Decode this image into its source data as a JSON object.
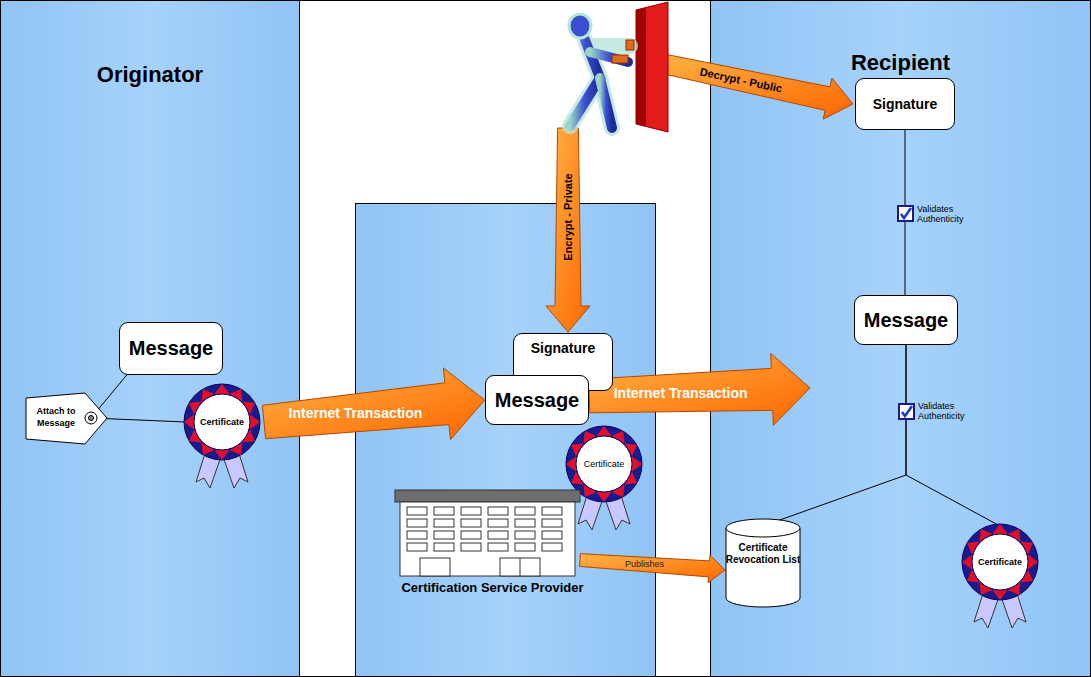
{
  "diagram": {
    "nodes": [
      {
        "text": [
          "Originator"
        ]
      },
      {
        "text": [
          "Message"
        ],
        "in": 0
      },
      {
        "text": [
          "Attach to Message"
        ],
        "in": 0
      },
      {
        "text": [
          "Certificate"
        ],
        "in": 0
      },
      {
        "text": [
          "Signature"
        ]
      },
      {
        "text": [
          "Message"
        ]
      },
      {
        "text": [
          "Certificate"
        ]
      },
      {
        "text": [
          "Certification Service Provider"
        ]
      },
      {
        "text": [
          "Recipient"
        ]
      },
      {
        "text": [
          "Signature"
        ],
        "in": 8
      },
      {
        "text": [
          "Message"
        ],
        "in": 8
      },
      {
        "text": [
          "Certificate Revocation List"
        ],
        "in": 8
      },
      {
        "text": [
          "Certificate"
        ],
        "in": 8
      }
    ],
    "edges": [
      {
        "from": 3,
        "to": 5,
        "arrow": "to",
        "label": "Internet Transaction"
      },
      {
        "from": 5,
        "to": 8,
        "arrow": "to",
        "label": "Internet Transaction"
      },
      {
        "from": 2,
        "to": 1,
        "arrow": "none"
      },
      {
        "from": 2,
        "to": 3,
        "arrow": "none"
      },
      {
        "from": 7,
        "to": 11,
        "arrow": "to",
        "label": "Publishes"
      },
      {
        "from": 9,
        "to": 10,
        "arrow": "none",
        "label": "Validates Authenticity"
      },
      {
        "from": 10,
        "to": 11,
        "arrow": "none",
        "label": "Validates Authenticity"
      },
      {
        "from": 10,
        "to": 12,
        "arrow": "none"
      }
    ],
    "labels": [
      "Encrypt - Private",
      "Decrypt - Public"
    ]
  }
}
